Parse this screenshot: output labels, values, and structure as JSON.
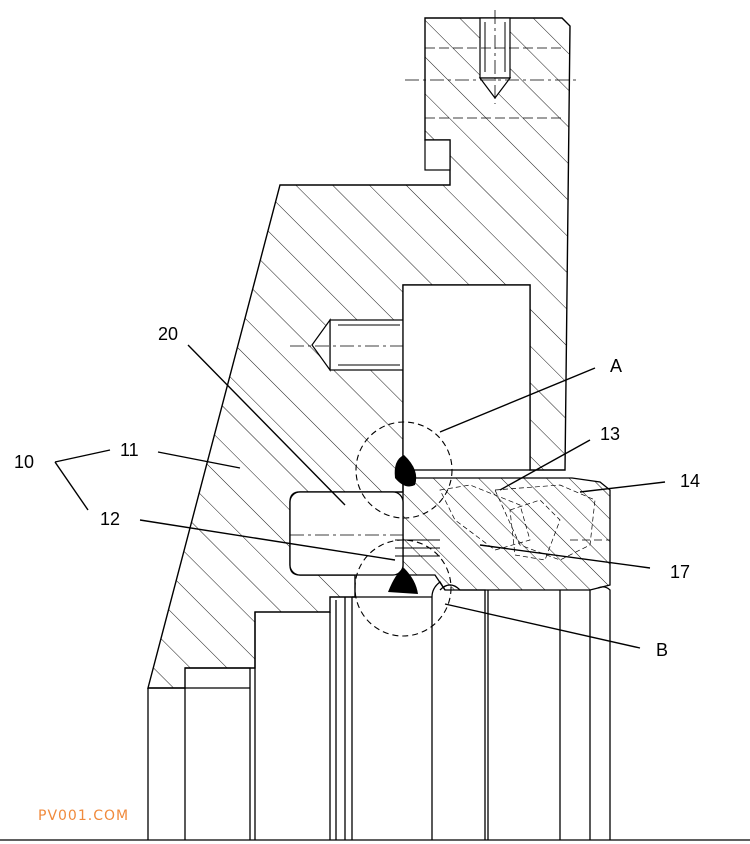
{
  "labels": {
    "l10": "10",
    "l11": "11",
    "l12": "12",
    "l20": "20",
    "lA": "A",
    "lB": "B",
    "l13": "13",
    "l14": "14",
    "l17": "17"
  },
  "watermark": "PV001.COM",
  "colors": {
    "line": "#000000",
    "watermark": "#f08a3c",
    "fill": "#ffffff"
  }
}
